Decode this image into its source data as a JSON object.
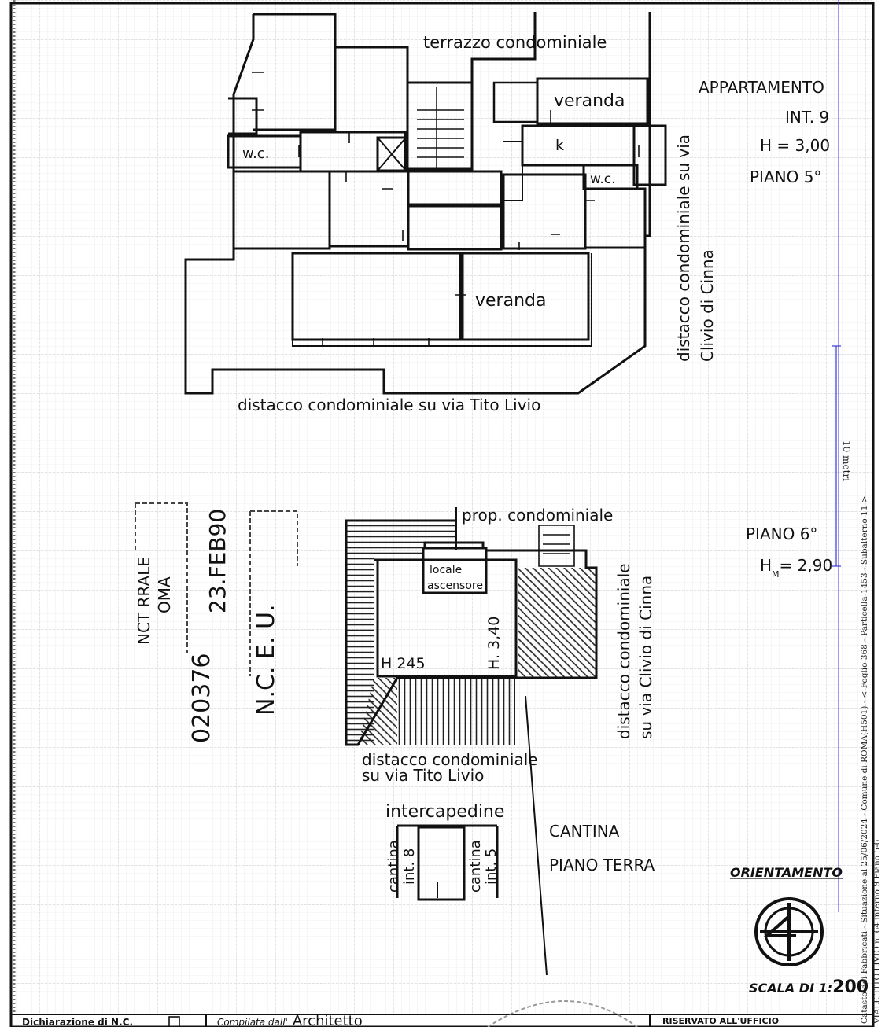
{
  "colors": {
    "ink": "#111111",
    "grid": "#cfcfcf",
    "blue_rule": "#3a3ad6",
    "paper": "#ffffff"
  },
  "plan_upper": {
    "terrace": "terrazzo condominiale",
    "veranda_top": "veranda",
    "wc_left": "w.c.",
    "kitchen": "k",
    "wc_right": "w.c.",
    "veranda_bottom": "veranda",
    "street_south": "distacco condominiale su via Tito Livio",
    "street_east_line1": "distacco condominiale su via",
    "street_east_line2": "Clivio di Cinna",
    "apartment": "APPARTAMENTO",
    "unit": "INT. 9",
    "height": "H = 3,00",
    "floor": "PIANO 5°"
  },
  "plan_roof": {
    "prop": "prop. condominiale",
    "lift_line1": "locale",
    "lift_line2": "ascensore",
    "h245": "H 245",
    "h340": "H. 3,40",
    "east_line1": "distacco condominiale",
    "east_line2": "su via Clivio di Cinna",
    "south_line1": "distacco condominiale",
    "south_line2": "su via Tito Livio",
    "floor": "PIANO 6°",
    "height": "H",
    "height_sub": "M",
    "height_value": "= 2,90"
  },
  "plan_cellar": {
    "gap": "intercapedine",
    "cantina_left_line1": "cantina",
    "cantina_left_line2": "int. 8",
    "cantina_right_line1": "cantina",
    "cantina_right_line2": "int. 5",
    "title_line1": "CANTINA",
    "title_line2": "PIANO TERRA"
  },
  "stamps": {
    "date": "23.FEB90",
    "number": "020376",
    "office": "N.C. E. U.",
    "office_line1": "NCT RRALE",
    "office_line2": "OMA"
  },
  "orientation": {
    "label": "ORIENTAMENTO"
  },
  "scale": {
    "label": "SCALA DI 1:",
    "value": "200"
  },
  "scale_bar": {
    "label": "10 metri"
  },
  "side_caption": {
    "line1": "Catasto dei Fabbricati - Situazione al 25/06/2024 - Comune di ROMA(H501) - < Foglio 368 - Particella 1453 - Subalterno 11 >",
    "line2": "VIALE TITO LIVIO n. 64 interno 9 Piano 5-6"
  },
  "footer": {
    "left": "Dichiarazione di N.C.",
    "middle_prefix": "Compilata dall'",
    "middle": "Architetto",
    "right": "RISERVATO ALL'UFFICIO"
  }
}
